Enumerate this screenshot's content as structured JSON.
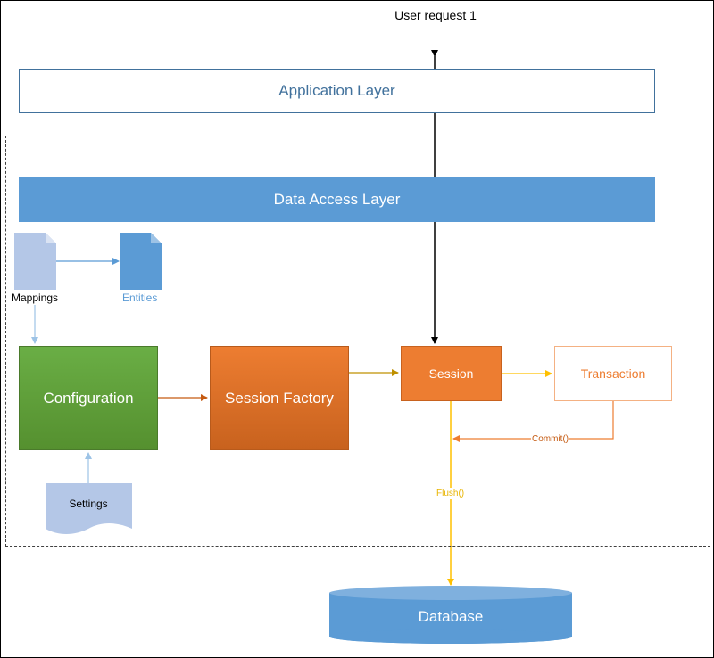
{
  "diagram": {
    "user_request": "User request 1",
    "application_layer": "Application Layer",
    "data_access_layer": "Data Access Layer",
    "mappings": "Mappings",
    "entities": "Entities",
    "configuration": "Configuration",
    "session_factory": "Session Factory",
    "session": "Session",
    "transaction": "Transaction",
    "settings": "Settings",
    "commit": "Commit()",
    "flush": "Flush()",
    "database": "Database"
  },
  "colors": {
    "blue": "#5B9BD5",
    "dark_blue": "#41719C",
    "light_blue": "#B4C7E7",
    "green": "#70AD47",
    "orange": "#ED7D31",
    "dark_orange": "#C55A11",
    "yellow": "#FFC000"
  },
  "icons": [
    "mappings-document-icon",
    "entities-document-icon",
    "settings-document-icon",
    "database-cylinder-icon"
  ]
}
